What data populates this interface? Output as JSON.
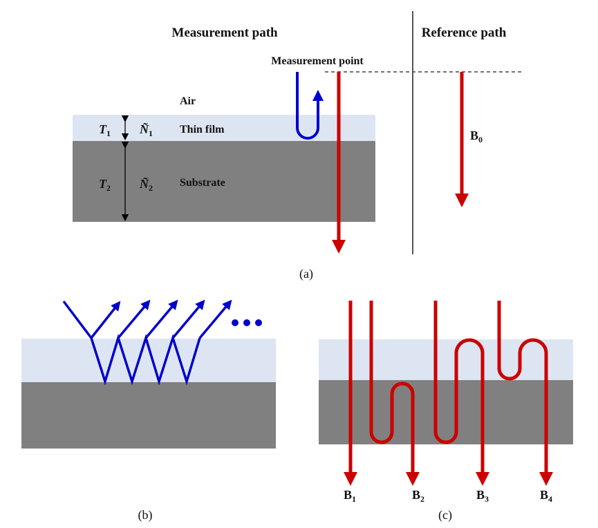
{
  "panel_a": {
    "caption": "(a)",
    "measurement_title": "Measurement path",
    "reference_title": "Reference path",
    "measurement_point_label": "Measurement point",
    "air_label": "Air",
    "film_label": "Thin film",
    "substrate_label": "Substrate",
    "t1_label": "T",
    "t1_sub": "1",
    "t2_label": "T",
    "t2_sub": "2",
    "n1_label": "Ñ",
    "n1_sub": "1",
    "n2_label": "Ñ",
    "n2_sub": "2",
    "b0_label": "B",
    "b0_sub": "0"
  },
  "panel_b": {
    "caption": "(b)",
    "ellipsis": "•••"
  },
  "panel_c": {
    "caption": "(c)",
    "beams": [
      {
        "label": "B",
        "sub": "1"
      },
      {
        "label": "B",
        "sub": "2"
      },
      {
        "label": "B",
        "sub": "3"
      },
      {
        "label": "B",
        "sub": "4"
      }
    ]
  },
  "colors": {
    "film": "#dde5f2",
    "substrate": "#808080",
    "red_beam": "#cc0000",
    "blue_beam": "#0000cc",
    "divider": "#555555"
  }
}
